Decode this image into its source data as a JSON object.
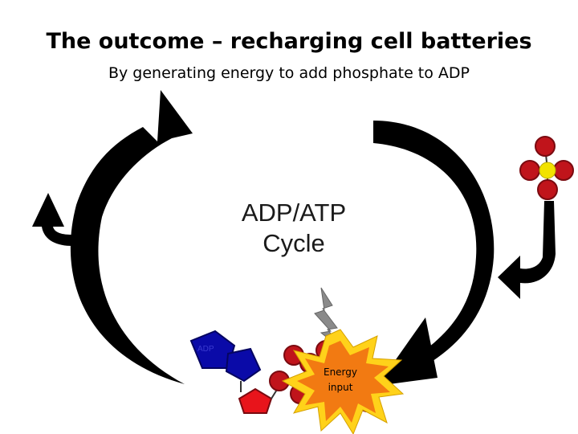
{
  "slide": {
    "title": "The outcome – recharging cell batteries",
    "subtitle": "By generating energy to add phosphate to ADP"
  },
  "diagram": {
    "center_label_line1": "ADP/ATP",
    "center_label_line2": "Cycle",
    "energy_label_line1": "Energy",
    "energy_label_line2": "input",
    "molecule_tag": "ADP"
  },
  "colors": {
    "arrow": "#000000",
    "phosphate_red": "#c0141b",
    "phosphorus_yellow": "#f2e200",
    "adenine_blue": "#0a0aa8",
    "ribose_red": "#e8141b",
    "burst_orange": "#f27a12",
    "burst_yellow": "#ffd21a",
    "lightning_gray": "#8a8a8a"
  }
}
